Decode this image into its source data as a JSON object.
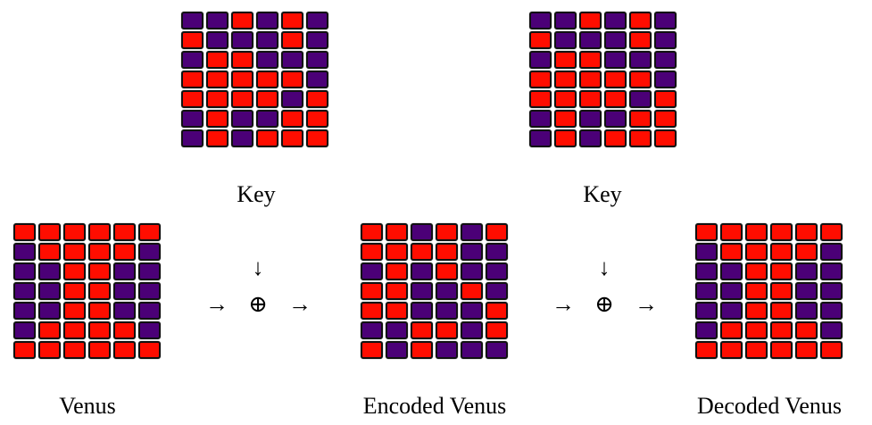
{
  "colors": {
    "R": "#ff0d00",
    "P": "#4b0077"
  },
  "labels": {
    "key1": "Key",
    "key2": "Key",
    "venus": "Venus",
    "encoded": "Encoded Venus",
    "decoded": "Decoded Venus"
  },
  "symbols": {
    "down_arrow": "↓",
    "right_arrow": "→",
    "xor": "⊕"
  },
  "grids": {
    "key1": [
      "PPRPRP",
      "RPPPRP",
      "PRRPPP",
      "RRRRRP",
      "RRRRPR",
      "PRPPRR",
      "PRPRRR"
    ],
    "key2": [
      "PPRPRP",
      "RPPPRP",
      "PRRPPP",
      "RRRRRP",
      "RRRRPR",
      "PRPPRR",
      "PRPRRR"
    ],
    "venus": [
      "RRRRRR",
      "PRRRRP",
      "PPRRPP",
      "PPRRPP",
      "PPRRPP",
      "PRRRRP",
      "RRRRRR"
    ],
    "encoded": [
      "RRPRPR",
      "RRRRPP",
      "PRPRPP",
      "RRPPRP",
      "RRPPPR",
      "PPRRPR",
      "RPRPPP"
    ],
    "decoded": [
      "RRRRRR",
      "PRRRRP",
      "PPRRPP",
      "PPRRPP",
      "PPRRPP",
      "PRRRRP",
      "RRRRRR"
    ]
  }
}
